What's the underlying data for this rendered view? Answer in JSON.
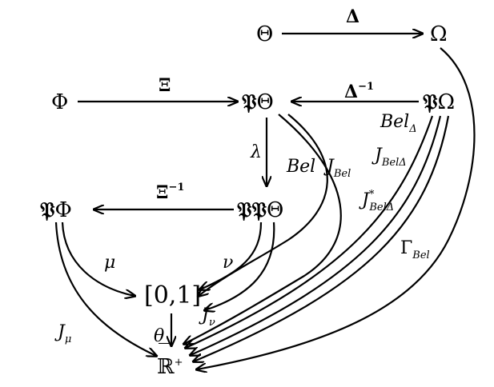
{
  "nodes": {
    "theta": "Θ",
    "omega": "Ω",
    "phi": "Φ",
    "p_theta_pre": "𝔓",
    "p_theta": "Θ",
    "p_omega_pre": "𝔓",
    "p_omega": "Ω",
    "pp_phi_pre": "𝔓",
    "pp_phi": "Φ",
    "ppp_theta_pre": "𝔓𝔓",
    "ppp_theta": "Θ",
    "interval": "[0,1]",
    "reals": "ℝ",
    "reals_bar": "‾",
    "reals_sup": "+"
  },
  "labels": {
    "delta": "Δ",
    "xi": "Ξ",
    "delta_inv": "Δ",
    "delta_inv_sup": "−1",
    "bel_delta": "Bel",
    "bel_delta_sub": "Δ",
    "lambda": "λ",
    "bel": "Bel",
    "j_bel": "J",
    "j_bel_sub": "Bel",
    "j_bel_delta": "J",
    "j_bel_delta_sub": "BelΔ",
    "j_star": "J",
    "j_star_sup": "*",
    "j_star_sub": "BelΔ",
    "xi_inv": "Ξ",
    "xi_inv_sup": "−1",
    "mu": "μ",
    "nu": "ν",
    "j_nu": "J",
    "j_nu_sub": "ν",
    "gamma_bel": "Γ",
    "gamma_bel_sub": "Bel",
    "j_mu": "J",
    "j_mu_sub": "μ",
    "theta_map": "θ"
  }
}
